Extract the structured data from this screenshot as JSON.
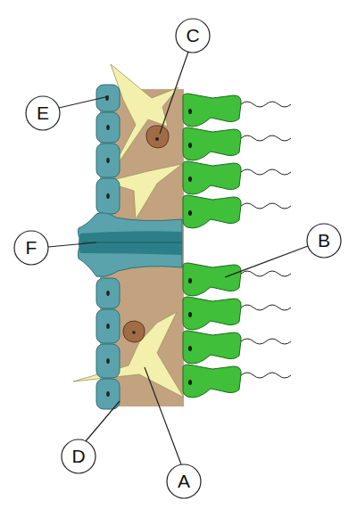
{
  "diagram": {
    "labels": [
      "C",
      "E",
      "B",
      "F",
      "D",
      "A"
    ]
  }
}
